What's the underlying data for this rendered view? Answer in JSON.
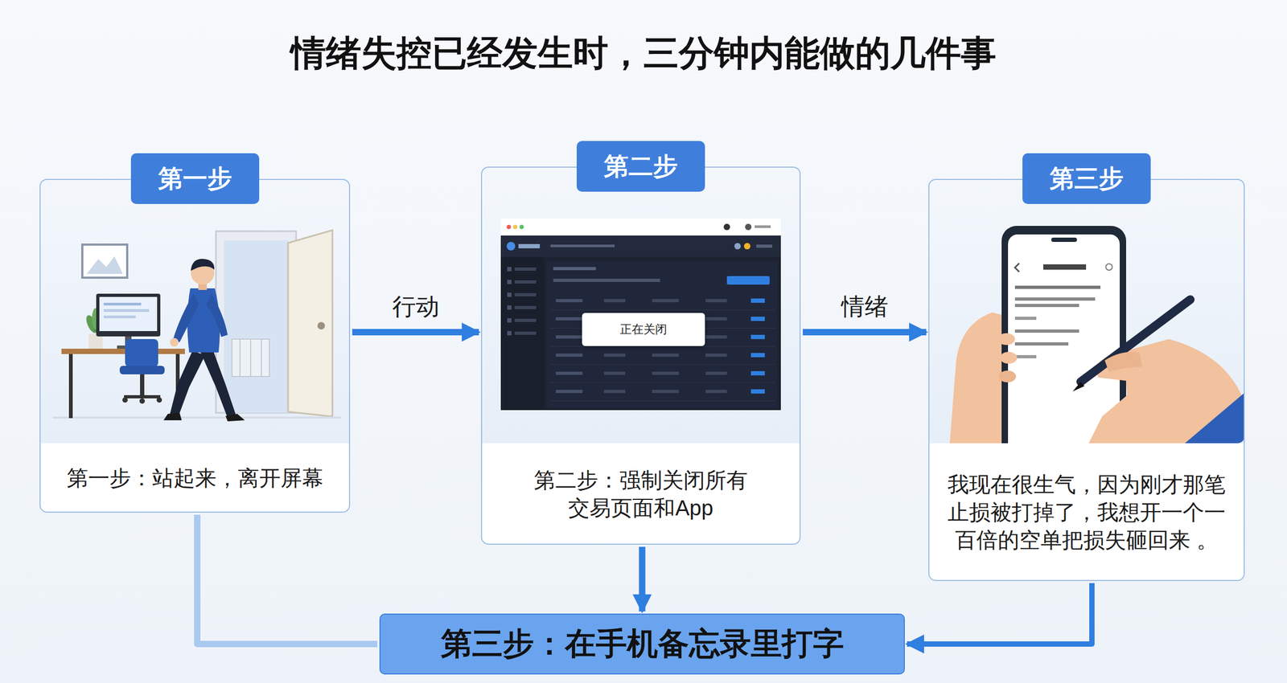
{
  "diagram": {
    "title": "情绪失控已经发生时，三分钟内能做的几件事",
    "nodes": [
      {
        "text": [
          "第一步",
          "第一步：站起来，离开屏幕"
        ]
      },
      {
        "text": [
          "第二步",
          "第二步：强制关闭所有交易页面和App"
        ]
      },
      {
        "text": [
          "正在关闭"
        ],
        "in": 1
      },
      {
        "text": [
          "第三步",
          "我现在很生气，因为刚才那笔止损被打掉了，我想开一个一百倍的空单把损失砸回来 。"
        ]
      },
      {
        "text": [
          "第三步：在手机备忘录里打字"
        ]
      }
    ],
    "edges": [
      {
        "from": 0,
        "to": 1,
        "arrow": "to",
        "label": "行动"
      },
      {
        "from": 1,
        "to": 3,
        "arrow": "to",
        "label": "情绪"
      },
      {
        "from": 1,
        "to": 4,
        "arrow": "to"
      },
      {
        "from": 3,
        "to": 4,
        "arrow": "to"
      },
      {
        "from": 0,
        "to": 4,
        "arrow": "none"
      }
    ]
  }
}
